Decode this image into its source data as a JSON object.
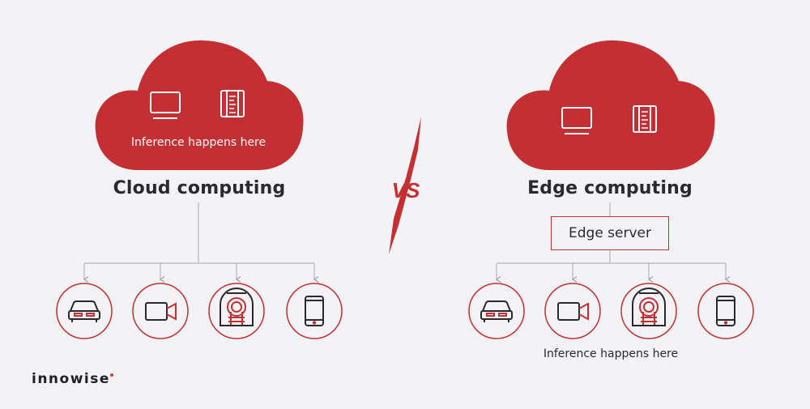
{
  "cloud": {
    "title": "Cloud computing",
    "inference_label": "Inference happens here"
  },
  "edge": {
    "title": "Edge computing",
    "server_label": "Edge server",
    "inference_label": "Inference happens here"
  },
  "vs_label": "VS",
  "brand": {
    "name": "innowise"
  },
  "device_icons": [
    "car-icon",
    "camera-icon",
    "mri-scanner-icon",
    "smartphone-icon"
  ],
  "cloud_icons": [
    "monitor-icon",
    "server-rack-icon"
  ],
  "colors": {
    "accent": "#c42f33",
    "background": "#f3f2f5",
    "text": "#2a2a2e",
    "connector": "#b5b5ba"
  }
}
